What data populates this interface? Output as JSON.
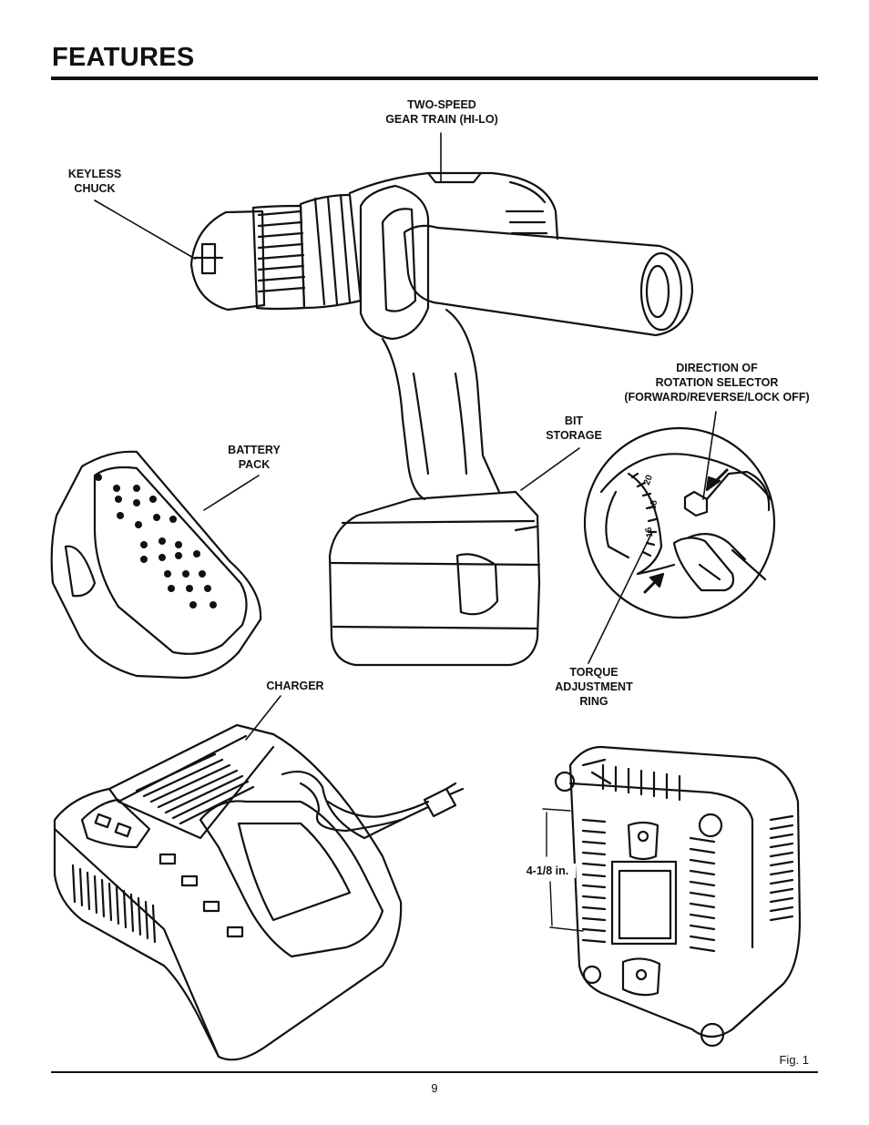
{
  "page": {
    "heading": "FEATURES",
    "figure_label": "Fig. 1",
    "page_number": "9"
  },
  "callouts": {
    "two_speed": [
      "TWO-SPEED",
      "GEAR TRAIN (HI-LO)"
    ],
    "keyless_chuck": [
      "KEYLESS",
      "CHUCK"
    ],
    "direction_selector": [
      "DIRECTION OF",
      "ROTATION SELECTOR",
      "(FORWARD/REVERSE/LOCK OFF)"
    ],
    "bit_storage": [
      "BIT",
      "STORAGE"
    ],
    "battery_pack": [
      "BATTERY",
      "PACK"
    ],
    "torque_ring": [
      "TORQUE",
      "ADJUSTMENT",
      "RING"
    ],
    "charger": [
      "CHARGER"
    ],
    "mount_spacing": [
      "4-1/8 in."
    ]
  },
  "torque_scale": [
    "20",
    "18",
    "16"
  ]
}
